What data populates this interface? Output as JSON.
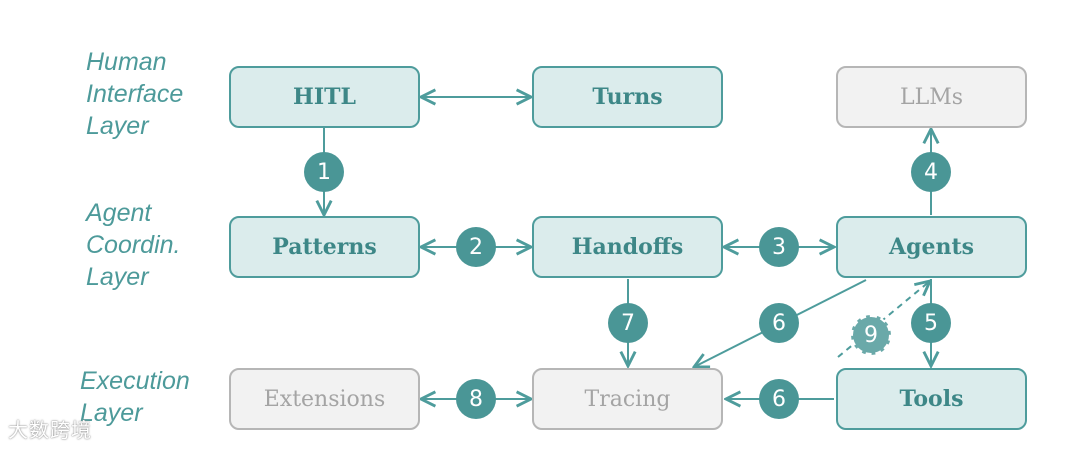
{
  "layers": [
    {
      "id": "human",
      "lines": [
        "Human",
        "Interface",
        "Layer"
      ]
    },
    {
      "id": "agent",
      "lines": [
        "Agent",
        "Coordin.",
        "Layer"
      ]
    },
    {
      "id": "execution",
      "lines": [
        "Execution",
        "Layer"
      ]
    }
  ],
  "nodes": {
    "hitl": "HITL",
    "turns": "Turns",
    "llms": "LLMs",
    "patterns": "Patterns",
    "handoffs": "Handoffs",
    "agents": "Agents",
    "extensions": "Extensions",
    "tracing": "Tracing",
    "tools": "Tools"
  },
  "badges": {
    "b1": "1",
    "b2": "2",
    "b3": "3",
    "b4": "4",
    "b5": "5",
    "b6a": "6",
    "b6b": "6",
    "b7": "7",
    "b8": "8",
    "b9": "9"
  },
  "watermark": "大数跨境",
  "colors": {
    "accent": "#4a9696",
    "active_fill": "#dbecec",
    "inactive_fill": "#f2f2f2",
    "inactive_border": "#b6b6b6"
  }
}
